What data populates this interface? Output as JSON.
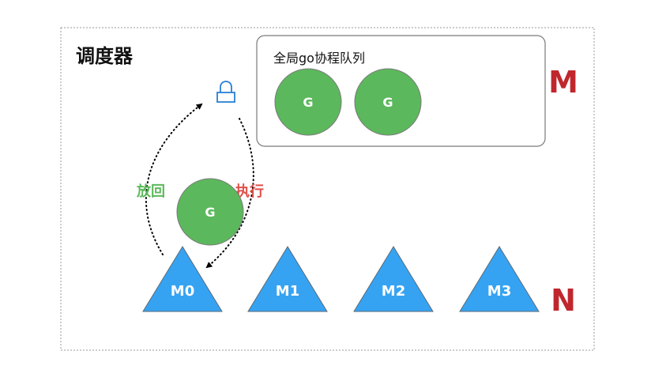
{
  "scheduler": {
    "title": "调度器"
  },
  "global_queue": {
    "label": "全局go协程队列",
    "items": [
      "G",
      "G"
    ]
  },
  "running_goroutine": {
    "label": "G"
  },
  "arrows": {
    "put_back_label": "放回",
    "execute_label": "执行"
  },
  "threads": [
    "M0",
    "M1",
    "M2",
    "M3"
  ],
  "side_labels": {
    "m": "M",
    "n": "N"
  },
  "colors": {
    "goroutine_fill": "#5cb85c",
    "thread_fill": "#36a3f2",
    "put_back_color": "#5cb85c",
    "execute_color": "#e0504a",
    "side_label_color": "#c0272d",
    "lock_color": "#2a7fd4",
    "border": "#999999"
  },
  "lock": {
    "icon": "lock-icon"
  }
}
